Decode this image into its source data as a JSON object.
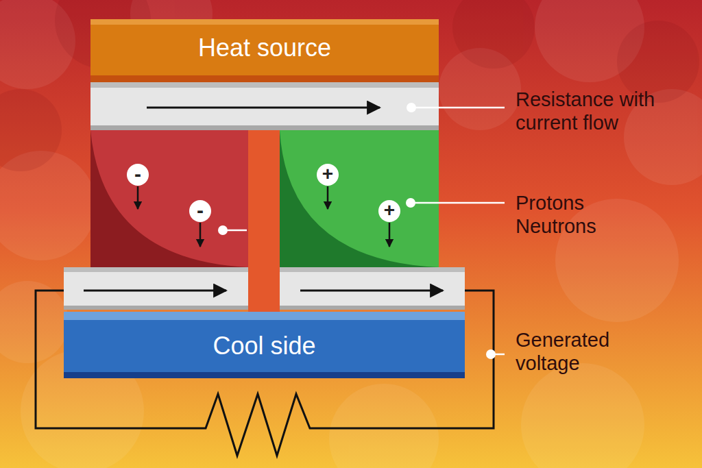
{
  "diagram": {
    "nodes": [
      {
        "text": [
          "Heat source"
        ]
      },
      {
        "text": [
          "-"
        ]
      },
      {
        "text": [
          "+"
        ]
      },
      {
        "text": [
          "-"
        ]
      },
      {
        "text": [
          "+"
        ]
      },
      {
        "text": [
          "Cool side"
        ]
      }
    ],
    "labels": [
      "Resistance with current flow",
      "Protons Neutrons",
      "Generated voltage"
    ]
  }
}
